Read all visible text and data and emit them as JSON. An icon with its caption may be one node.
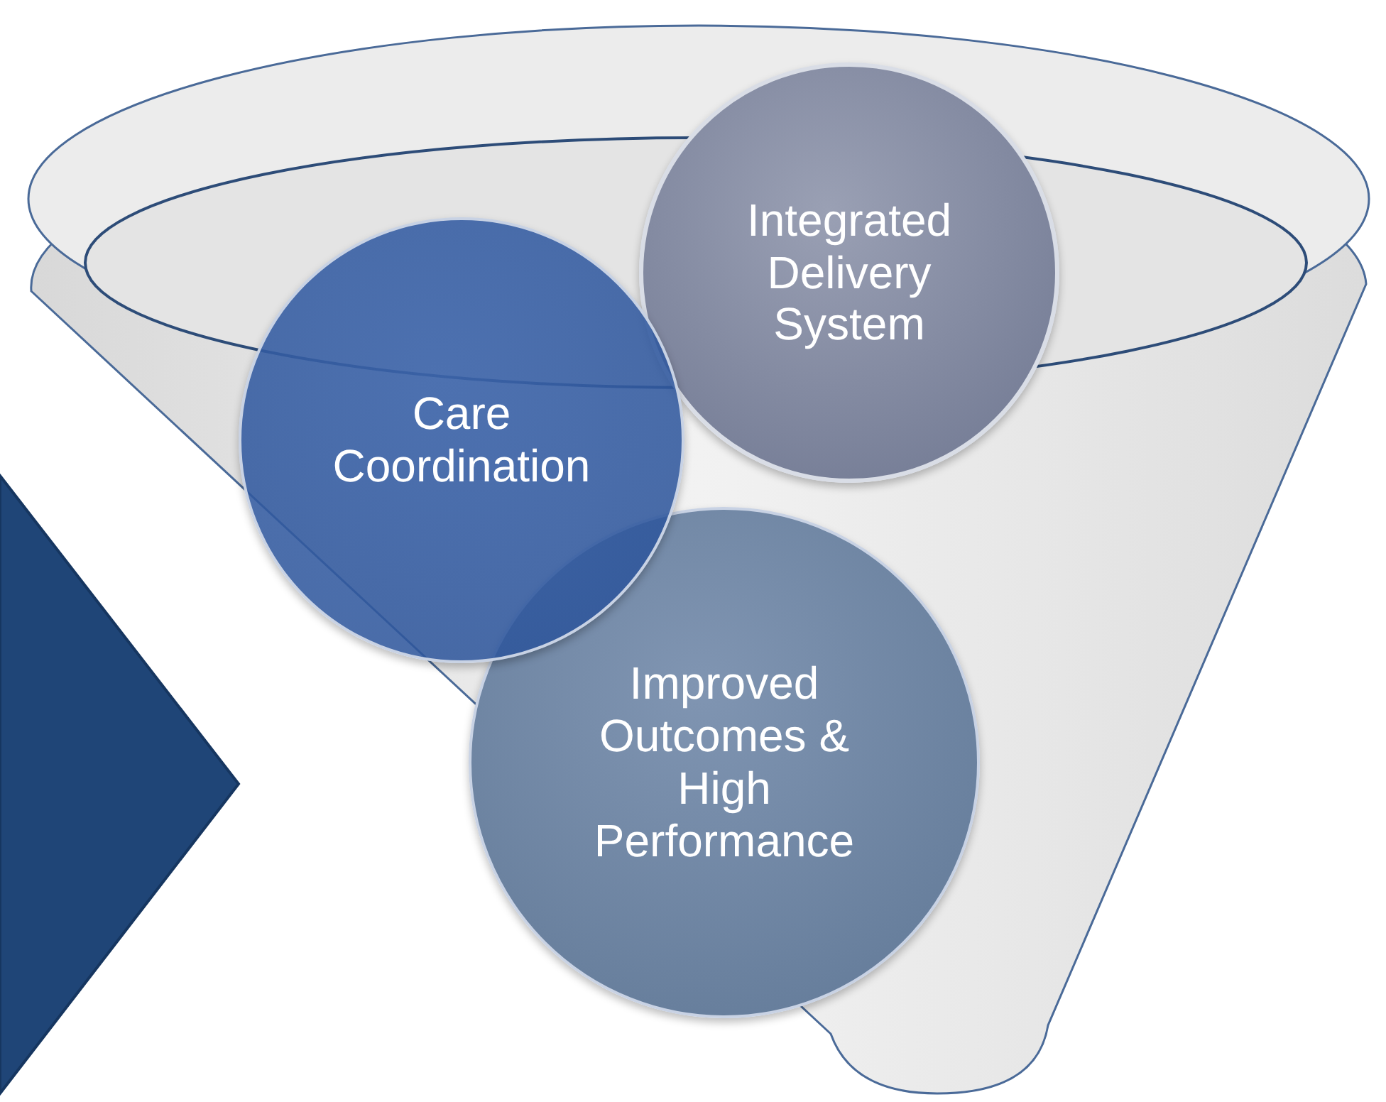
{
  "diagram": {
    "nodes": [
      {
        "text": [
          "Integrated Delivery System"
        ]
      },
      {
        "text": [
          "Care Coordination"
        ]
      },
      {
        "text": [
          "Improved Outcomes & High Performance"
        ]
      },
      {
        "text": [],
        "shape": "chevron"
      }
    ]
  }
}
